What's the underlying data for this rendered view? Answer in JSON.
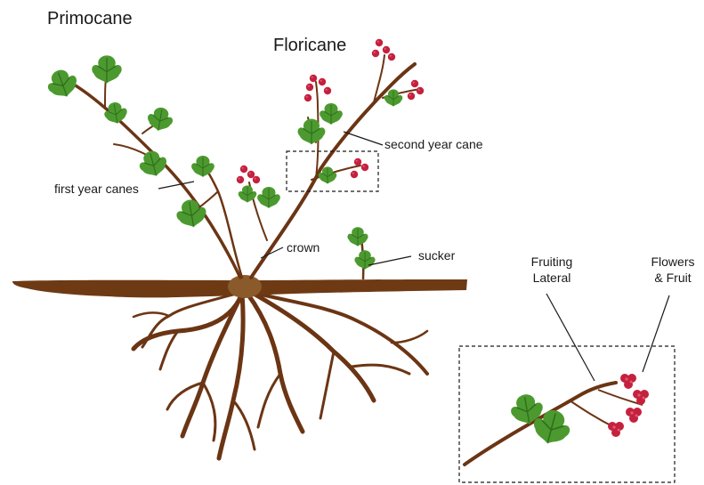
{
  "labels": {
    "primocane": "Primocane",
    "floricane": "Floricane",
    "second_year_cane": "second year cane",
    "first_year_canes": "first year canes",
    "crown": "crown",
    "sucker": "sucker",
    "fruiting_lateral_line1": "Fruiting",
    "fruiting_lateral_line2": "Lateral",
    "flowers_fruit_line1": "Flowers",
    "flowers_fruit_line2": "& Fruit"
  },
  "colors": {
    "stem": "#6b3514",
    "soil": "#6e3a14",
    "crown": "#8b5a2b",
    "leaf": "#4c9a2f",
    "leaf_dark": "#2f6e1d",
    "fruit": "#c5213f",
    "line": "#1a1a1a"
  }
}
